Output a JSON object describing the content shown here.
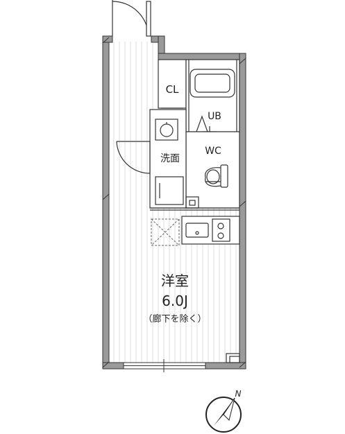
{
  "rooms": {
    "closet": "CL",
    "bath": "UB",
    "toilet": "WC",
    "washroom": "洗面",
    "main_name": "洋室",
    "main_size": "6.0J",
    "main_note": "（廊下を除く）"
  },
  "compass": {
    "direction_label": "N"
  },
  "colors": {
    "wall": "#9a9a9a",
    "line": "#333333",
    "floor_lines": "#d6d6d6"
  }
}
